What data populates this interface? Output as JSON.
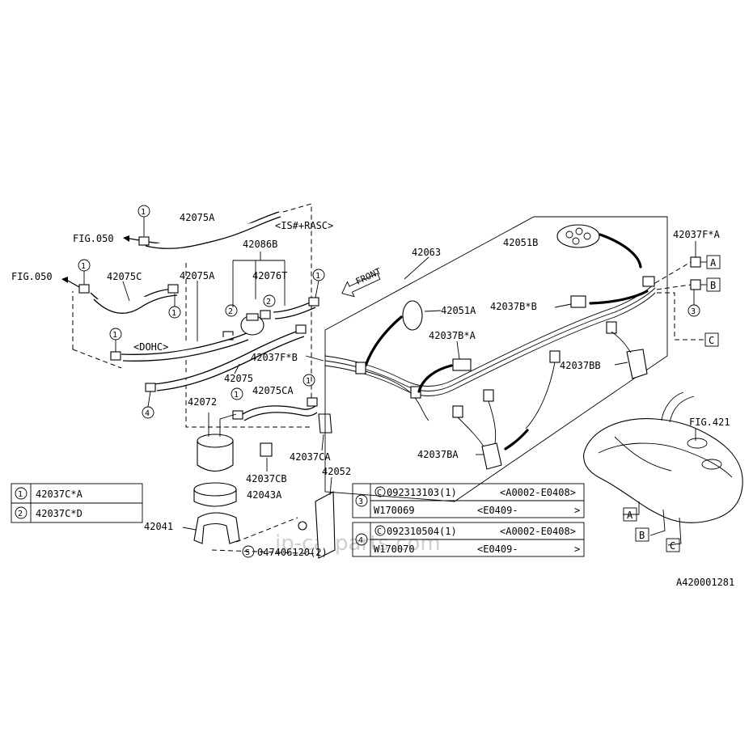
{
  "watermark": "jp-carparts.com",
  "figure_id": "A420001281",
  "labels": {
    "l42075A_top": "42075A",
    "is_rasc": "<IS#+RASC>",
    "fig050_top": "FIG.050",
    "l42086B": "42086B",
    "fig050_left": "FIG.050",
    "l42075C": "42075C",
    "l42075A_mid": "42075A",
    "l42076T": "42076T",
    "dohc": "<DOHC>",
    "l42037FB": "42037F*B",
    "l42075": "42075",
    "l42072": "42072",
    "l42075CA": "42075CA",
    "l42037CA": "42037CA",
    "l42037CB": "42037CB",
    "l42043A": "42043A",
    "l42041": "42041",
    "l42052": "42052",
    "bolt_note": "047406120(2)",
    "bolt_symbol": "S",
    "l42063": "42063",
    "l42051B": "42051B",
    "front": "FRONT",
    "l42051A": "42051A",
    "l42037BB_star": "42037B*B",
    "l42037BA_star": "42037B*A",
    "l42037BB": "42037BB",
    "l42037BA": "42037BA",
    "l42037FA": "42037F*A",
    "fig421": "FIG.421",
    "box_a": "A",
    "box_b": "B",
    "box_c": "C"
  },
  "callouts": {
    "c1": "1",
    "c2": "2",
    "c3": "3",
    "c4": "4"
  },
  "legend_table": [
    {
      "num": "1",
      "part": "42037C*A"
    },
    {
      "num": "2",
      "part": "42037C*D"
    }
  ],
  "spec_table_3": {
    "num": "3",
    "symbol": "C",
    "row1": "092313103(1)",
    "row1_range": "<A0002-E0408>",
    "row2": "W170069",
    "row2_range": "<E0409-",
    "arrow": ">"
  },
  "spec_table_4": {
    "num": "4",
    "symbol": "C",
    "row1": "092310504(1)",
    "row1_range": "<A0002-E0408>",
    "row2": "W170070",
    "row2_range": "<E0409-",
    "arrow": ">"
  }
}
